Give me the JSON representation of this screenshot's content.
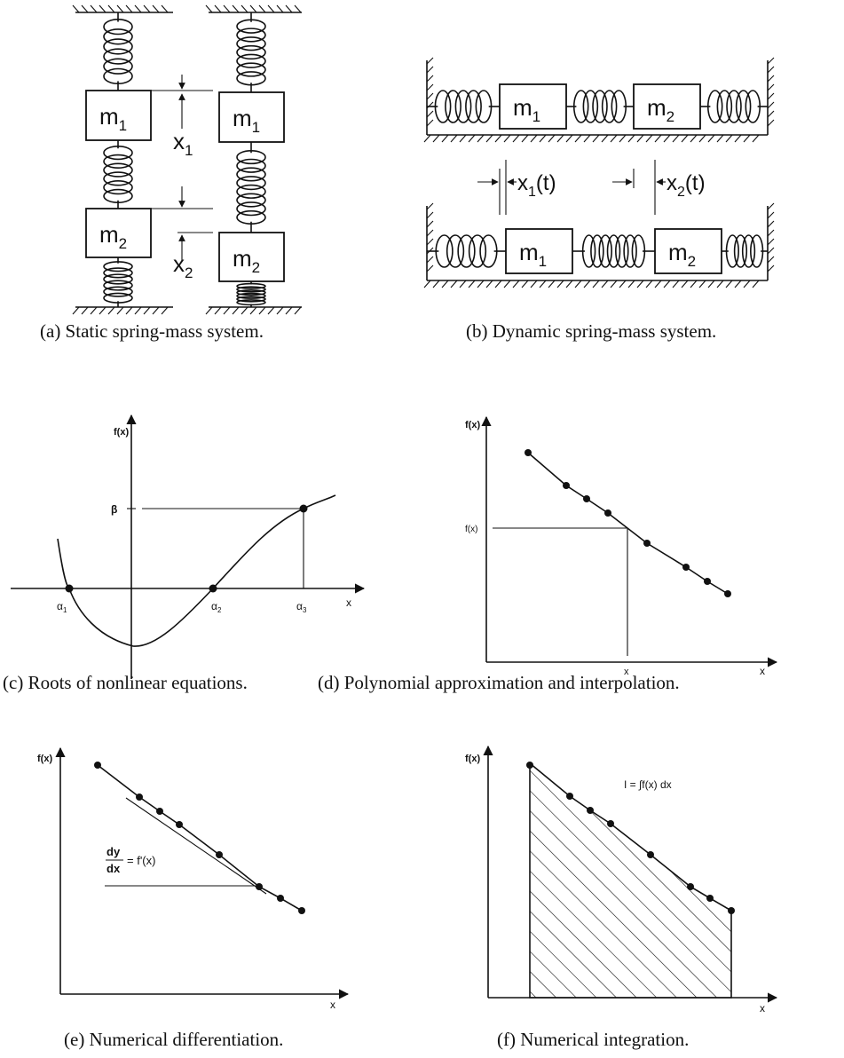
{
  "panels": {
    "a": {
      "caption": "(a) Static spring-mass system.",
      "mass1": "m",
      "mass1_sub": "1",
      "mass2": "m",
      "mass2_sub": "2",
      "disp1": "x",
      "disp1_sub": "1",
      "disp2": "x",
      "disp2_sub": "2"
    },
    "b": {
      "caption": "(b) Dynamic spring-mass system.",
      "mass1": "m",
      "mass1_sub": "1",
      "mass2": "m",
      "mass2_sub": "2",
      "disp1": "x",
      "disp1_sub": "1",
      "disp1_arg": "(t)",
      "disp2": "x",
      "disp2_sub": "2",
      "disp2_arg": "(t)"
    },
    "c": {
      "caption": "(c) Roots of nonlinear equations.",
      "ylabel": "f(x)",
      "xlabel": "x",
      "beta": "β",
      "root1": "α",
      "root1_sub": "1",
      "root2": "α",
      "root2_sub": "2",
      "root3": "α",
      "root3_sub": "3"
    },
    "d": {
      "caption": "(d) Polynomial approximation and interpolation.",
      "ylabel": "f(x)",
      "xlabel": "x",
      "interp_ylabel": "f(x)",
      "interp_xlabel": "x"
    },
    "e": {
      "caption": "(e) Numerical differentiation.",
      "ylabel": "f(x)",
      "xlabel": "x",
      "deriv_num": "dy",
      "deriv_den": "dx",
      "deriv_rhs": "= f'(x)"
    },
    "f": {
      "caption": "(f) Numerical integration.",
      "ylabel": "f(x)",
      "xlabel": "x",
      "integral": "I = ∫f(x) dx"
    }
  }
}
